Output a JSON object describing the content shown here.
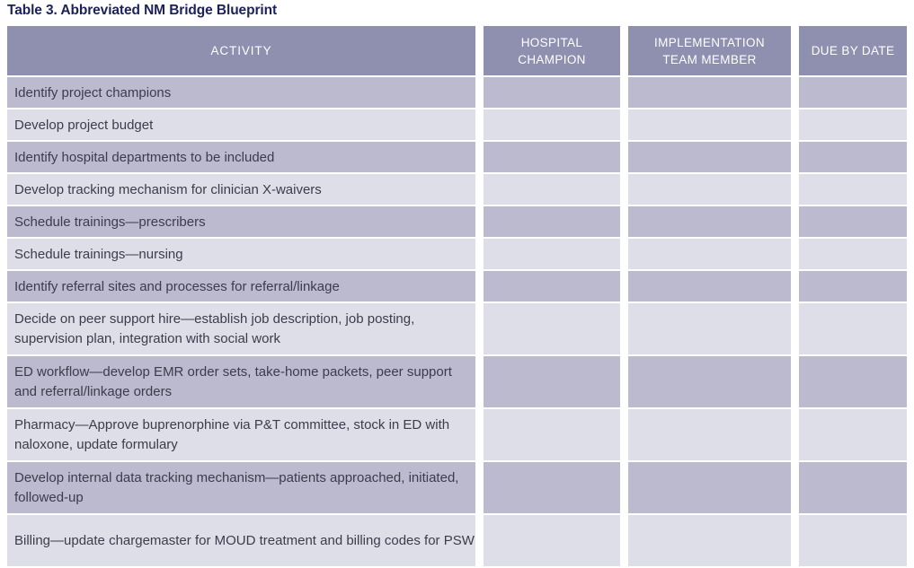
{
  "title": "Table 3. Abbreviated NM Bridge Blueprint",
  "colors": {
    "title_text": "#1c2259",
    "header_bg": "#8f8fb0",
    "header_text": "#ffffff",
    "row_dark_bg": "#bcbace",
    "row_light_bg": "#dedee8",
    "body_text": "#3c3c4c",
    "page_bg": "#ffffff"
  },
  "table": {
    "headers": {
      "activity": "ACTIVITY",
      "hospital_champion": "HOSPITAL\nCHAMPION",
      "hospital_champion_line1": "HOSPITAL",
      "hospital_champion_line2": "CHAMPION",
      "implementation_team_member_line1": "IMPLEMENTATION",
      "implementation_team_member_line2": "TEAM MEMBER",
      "due_by_date": "DUE BY DATE"
    },
    "rows": [
      {
        "activity": "Identify project champions",
        "hospital_champion": "",
        "implementation_team_member": "",
        "due_by_date": "",
        "shade": "dark",
        "lines": 1
      },
      {
        "activity": "Develop project budget",
        "hospital_champion": "",
        "implementation_team_member": "",
        "due_by_date": "",
        "shade": "light",
        "lines": 1
      },
      {
        "activity": "Identify hospital departments to be included",
        "hospital_champion": "",
        "implementation_team_member": "",
        "due_by_date": "",
        "shade": "dark",
        "lines": 1
      },
      {
        "activity": "Develop tracking mechanism for clinician X-waivers",
        "hospital_champion": "",
        "implementation_team_member": "",
        "due_by_date": "",
        "shade": "light",
        "lines": 1
      },
      {
        "activity": "Schedule trainings—prescribers",
        "hospital_champion": "",
        "implementation_team_member": "",
        "due_by_date": "",
        "shade": "dark",
        "lines": 1
      },
      {
        "activity": "Schedule trainings—nursing",
        "hospital_champion": "",
        "implementation_team_member": "",
        "due_by_date": "",
        "shade": "light",
        "lines": 1
      },
      {
        "activity": "Identify referral sites and processes for referral/linkage",
        "hospital_champion": "",
        "implementation_team_member": "",
        "due_by_date": "",
        "shade": "dark",
        "lines": 1
      },
      {
        "activity": "Decide on peer support hire—establish job description, job posting, supervision plan, integration with social work",
        "hospital_champion": "",
        "implementation_team_member": "",
        "due_by_date": "",
        "shade": "light",
        "lines": 2
      },
      {
        "activity": "ED workflow—develop EMR order sets, take-home packets, peer support and referral/linkage orders",
        "hospital_champion": "",
        "implementation_team_member": "",
        "due_by_date": "",
        "shade": "dark",
        "lines": 2
      },
      {
        "activity": "Pharmacy—Approve buprenorphine via P&T committee, stock in ED with naloxone, update formulary",
        "hospital_champion": "",
        "implementation_team_member": "",
        "due_by_date": "",
        "shade": "light",
        "lines": 2
      },
      {
        "activity": "Develop internal data tracking mechanism—patients approached, initiated, followed-up",
        "hospital_champion": "",
        "implementation_team_member": "",
        "due_by_date": "",
        "shade": "dark",
        "lines": 2
      },
      {
        "activity": "Billing—update chargemaster for MOUD treatment and billing codes for PSW",
        "hospital_champion": "",
        "implementation_team_member": "",
        "due_by_date": "",
        "shade": "light",
        "lines": 2
      }
    ]
  }
}
